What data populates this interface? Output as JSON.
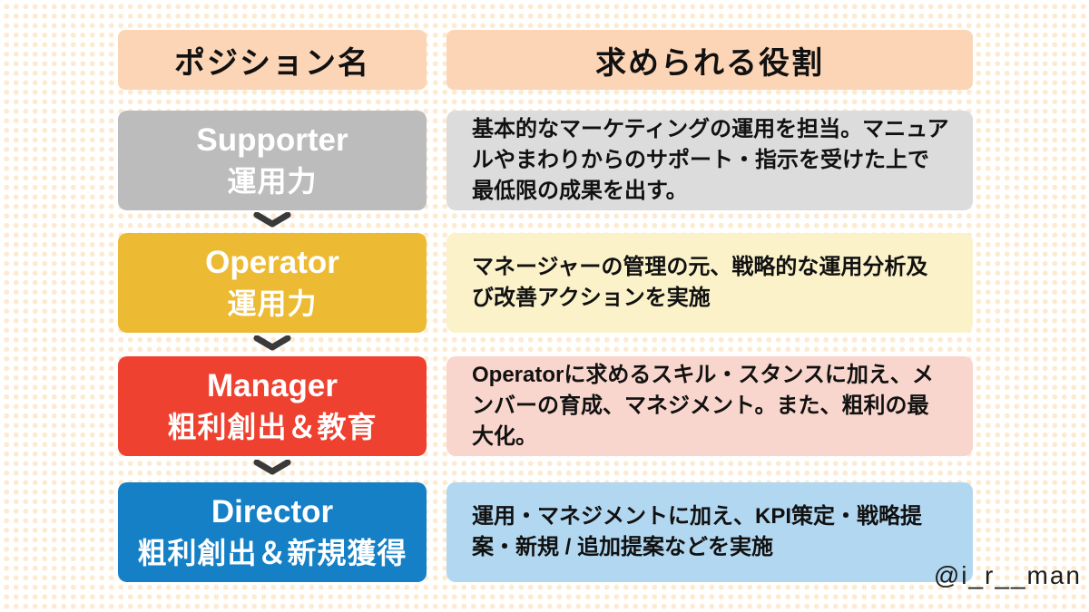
{
  "page": {
    "watermark": "@i_r__man",
    "background_dot_color": "#fcebd0"
  },
  "colors": {
    "header_bg": "#fcd5b6",
    "supporter": "#bcbcbc",
    "supporter_role_bg": "#dcdcdc",
    "operator": "#ecba33",
    "operator_role_bg": "#fbf2ca",
    "manager": "#ee4130",
    "manager_role_bg": "#f9d6cd",
    "director": "#1580c6",
    "director_role_bg": "#b2d7f0",
    "arrow": "#3a3a3a"
  },
  "table": {
    "headers": [
      {
        "label": "ポジション名"
      },
      {
        "label": "求められる役割"
      }
    ],
    "rows": [
      {
        "name": "Supporter",
        "subtitle": "運用力",
        "role": "基本的なマーケティングの運用を担当。マニュアルやまわりからのサポート・指示を受けた上で最低限の成果を出す。"
      },
      {
        "name": "Operator",
        "subtitle": "運用力",
        "role": "マネージャーの管理の元、戦略的な運用分析及び改善アクションを実施"
      },
      {
        "name": "Manager",
        "subtitle": "粗利創出＆教育",
        "role": "Operatorに求めるスキル・スタンスに加え、メンバーの育成、マネジメント。また、粗利の最大化。"
      },
      {
        "name": "Director",
        "subtitle": "粗利創出＆新規獲得",
        "role": "運用・マネジメントに加え、KPI策定・戦略提案・新規 / 追加提案などを実施"
      }
    ]
  }
}
